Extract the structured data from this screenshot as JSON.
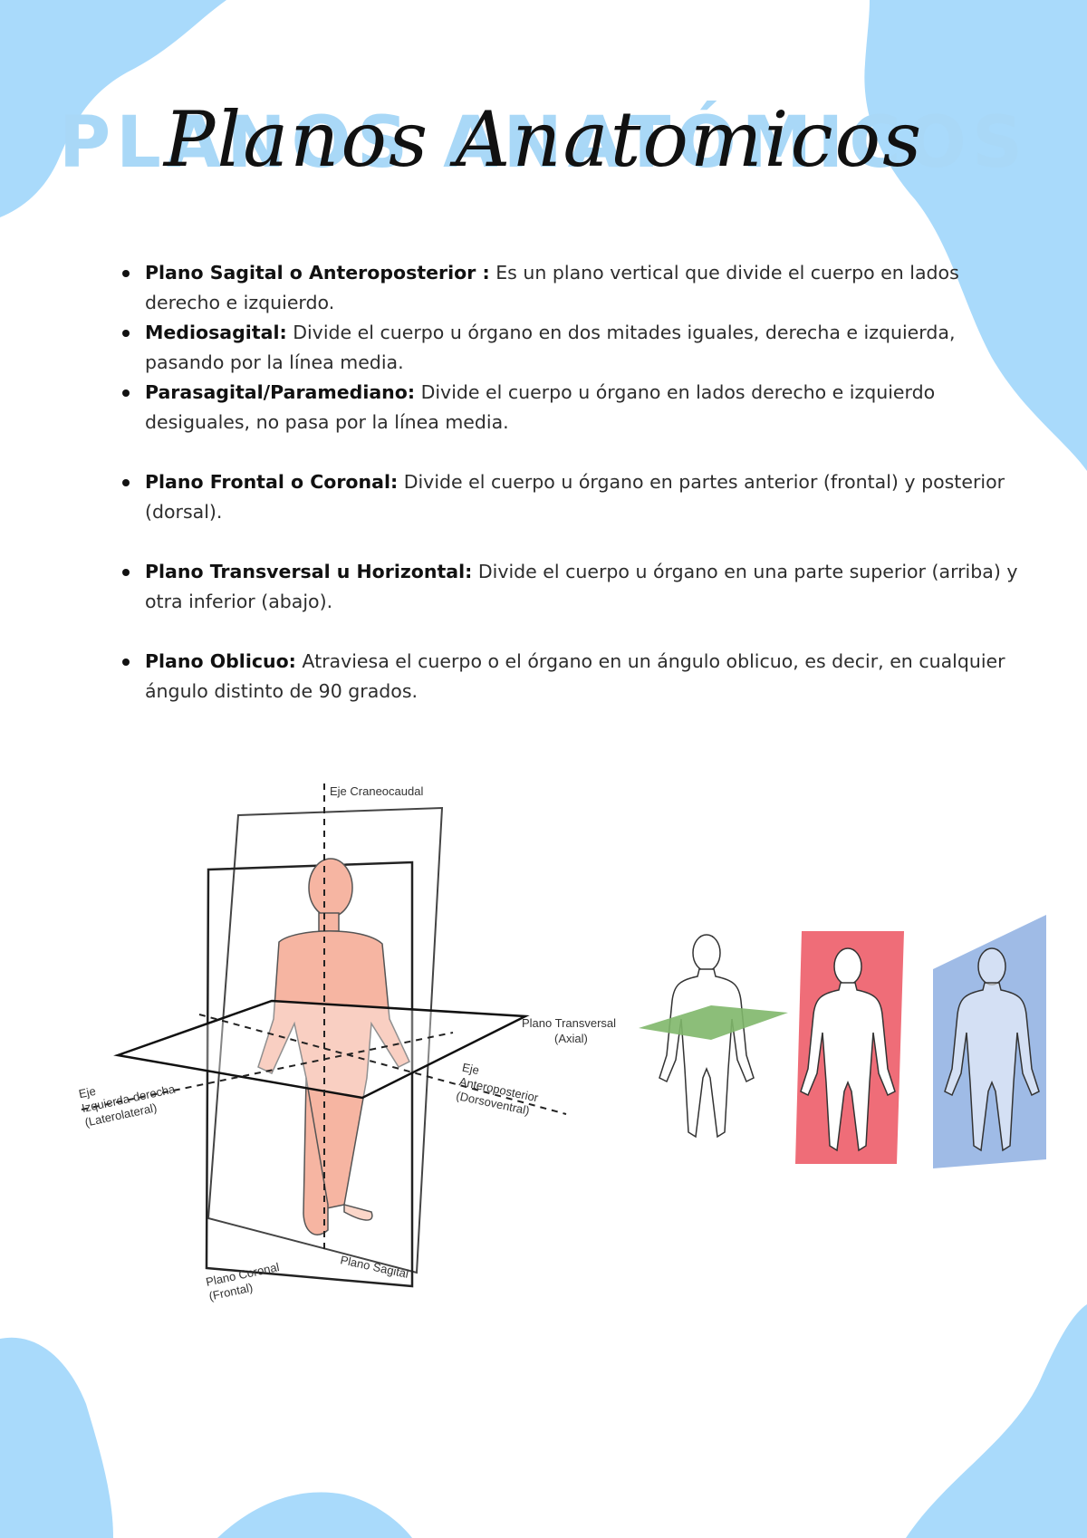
{
  "title": {
    "background_text": "PLANOS ANATÓMICOS",
    "script_text": "Planos Anatomicos"
  },
  "definitions": [
    {
      "term": "Plano Sagital o Anteroposterior :",
      "text": " Es un plano vertical que divide el cuerpo en lados derecho e izquierdo."
    },
    {
      "term": "Mediosagital:",
      "text": " Divide el cuerpo u órgano en dos mitades iguales, derecha e izquierda, pasando por la línea media."
    },
    {
      "term": "Parasagital/Paramediano:",
      "text": " Divide el cuerpo u órgano en lados derecho e izquierdo desiguales, no pasa por la línea media."
    },
    {
      "term": "Plano Frontal o Coronal:",
      "text": " Divide el cuerpo u órgano en partes anterior (frontal) y posterior (dorsal)."
    },
    {
      "term": "Plano Transversal u Horizontal:",
      "text": " Divide el cuerpo u órgano en una parte superior (arriba) y otra inferior (abajo)."
    },
    {
      "term": "Plano Oblicuo:",
      "text": " Atraviesa el cuerpo o el órgano en un ángulo oblicuo, es decir, en cualquier ángulo distinto de 90 grados."
    }
  ],
  "diagram": {
    "eje_craneocaudal": "Eje Craneocaudal",
    "plano_transversal_1": "Plano Transversal",
    "plano_transversal_2": "(Axial)",
    "eje_lr_1": "Eje",
    "eje_lr_2": "Izquierda-derecha",
    "eje_lr_3": "(Laterolateral)",
    "eje_ap_1": "Eje",
    "eje_ap_2": "Anteroposterior",
    "eje_ap_3": "(Dorsoventral)",
    "plano_coronal_1": "Plano Coronal",
    "plano_coronal_2": "(Frontal)",
    "plano_sagital": "Plano Sagital"
  },
  "colors": {
    "blob": "#a9dafb",
    "skin": "#f6b5a2",
    "transverse_plane": "#7fb76a",
    "sagittal_plane": "#ef6d78",
    "coronal_plane": "#9fbbe6"
  }
}
